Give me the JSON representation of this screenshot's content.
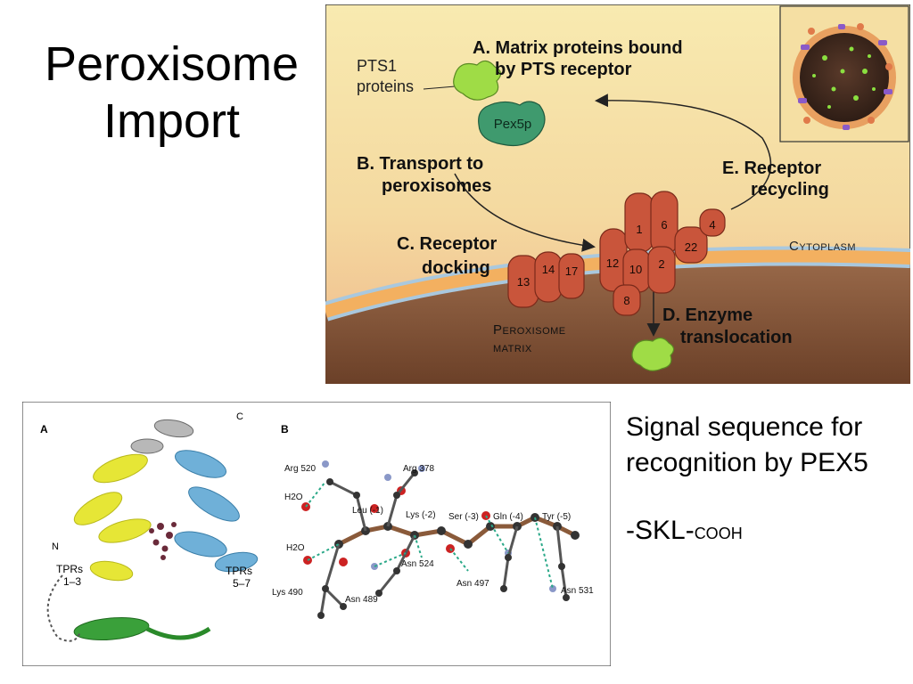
{
  "slide": {
    "title_line1": "Peroxisome",
    "title_line2": "Import"
  },
  "top_diagram": {
    "pts1_label_1": "PTS1",
    "pts1_label_2": "proteins",
    "pex5p": "Pex5p",
    "step_a_1": "A. Matrix proteins bound",
    "step_a_2": "by PTS receptor",
    "step_b_1": "B. Transport to",
    "step_b_2": "peroxisomes",
    "step_c_1": "C. Receptor",
    "step_c_2": "docking",
    "step_d_1": "D. Enzyme",
    "step_d_2": "translocation",
    "step_e_1": "E. Receptor",
    "step_e_2": "recycling",
    "cytoplasm": "Cytoplasm",
    "matrix_1": "Peroxisome",
    "matrix_2": "matrix",
    "pex_numbers": [
      "13",
      "14",
      "17",
      "12",
      "1",
      "6",
      "10",
      "2",
      "22",
      "4",
      "8"
    ],
    "colors": {
      "background": "#f6e7a8",
      "membrane": "#f3b060",
      "matrix": "#7a4a33",
      "peroxin": "#c9553b",
      "pts1": "#9fdc46",
      "pex5p": "#3f9a6e"
    }
  },
  "bottom_figure": {
    "panel_a": "A",
    "panel_b": "B",
    "c_term": "C",
    "n_term": "N",
    "tprs_left_1": "TPRs",
    "tprs_left_2": "1–3",
    "tprs_right_1": "TPRs",
    "tprs_right_2": "5–7",
    "residues": {
      "arg520": "Arg 520",
      "arg378": "Arg 378",
      "h2o_1": "H2O",
      "leu": "Leu (-1)",
      "lys2": "Lys (-2)",
      "ser": "Ser (-3)",
      "gln": "Gln (-4)",
      "tyr": "Tyr (-5)",
      "h2o_2": "H2O",
      "asn524": "Asn 524",
      "lys490": "Lys 490",
      "asn489": "Asn 489",
      "asn497": "Asn 497",
      "asn531": "Asn 531"
    }
  },
  "signal": {
    "line1": "Signal sequence for",
    "line2": "recognition by PEX5",
    "skl": "-SKL-",
    "cooh": "COOH"
  }
}
